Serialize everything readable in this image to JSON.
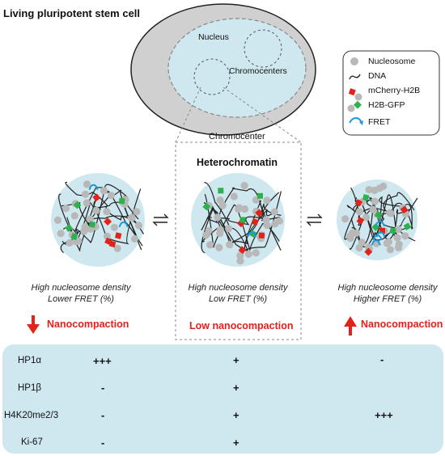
{
  "title": "Living pluripotent stem cell",
  "cell_labels": {
    "nucleus": "Nucleus",
    "chromocenters": "Chromocenters",
    "chromocenter": "Chromocenter",
    "heterochromatin": "Heterochromatin"
  },
  "legend": [
    {
      "label": "Nucleosome",
      "icon": "nucleosome-icon"
    },
    {
      "label": "DNA",
      "icon": "dna-icon"
    },
    {
      "label": "mCherry-H2B",
      "icon": "mcherry-h2b-icon"
    },
    {
      "label": "H2B-GFP",
      "icon": "h2b-gfp-icon"
    },
    {
      "label": "FRET",
      "icon": "fret-arrow-icon"
    }
  ],
  "states": [
    {
      "line1": "High nucleosome density",
      "line2": "Lower FRET (%)",
      "effect": "Nanocompaction",
      "arrow": "down"
    },
    {
      "line1": "High nucleosome density",
      "line2": "Low FRET (%)",
      "effect": "Low nanocompaction",
      "arrow": "none"
    },
    {
      "line1": "High nucleosome density",
      "line2": "Higher FRET (%)",
      "effect": "Nanocompaction",
      "arrow": "up"
    }
  ],
  "table": {
    "rows": [
      {
        "label": "HP1α",
        "left": "+++",
        "center": "+",
        "right": "-"
      },
      {
        "label": "HP1β",
        "left": "-",
        "center": "+",
        "right": ""
      },
      {
        "label": "H4K20me2/3",
        "left": "-",
        "center": "+",
        "right": "+++"
      },
      {
        "label": "Ki-67",
        "left": "-",
        "center": "+",
        "right": ""
      }
    ]
  },
  "colors": {
    "cell_fill": "#d0d0d0",
    "nucleus_fill": "#cfe8f0",
    "nucleosome": "#b8b8b8",
    "mcherry": "#e2231a",
    "gfp": "#2bb24c",
    "fret": "#1e9bd7",
    "accent_red": "#e2231a"
  }
}
